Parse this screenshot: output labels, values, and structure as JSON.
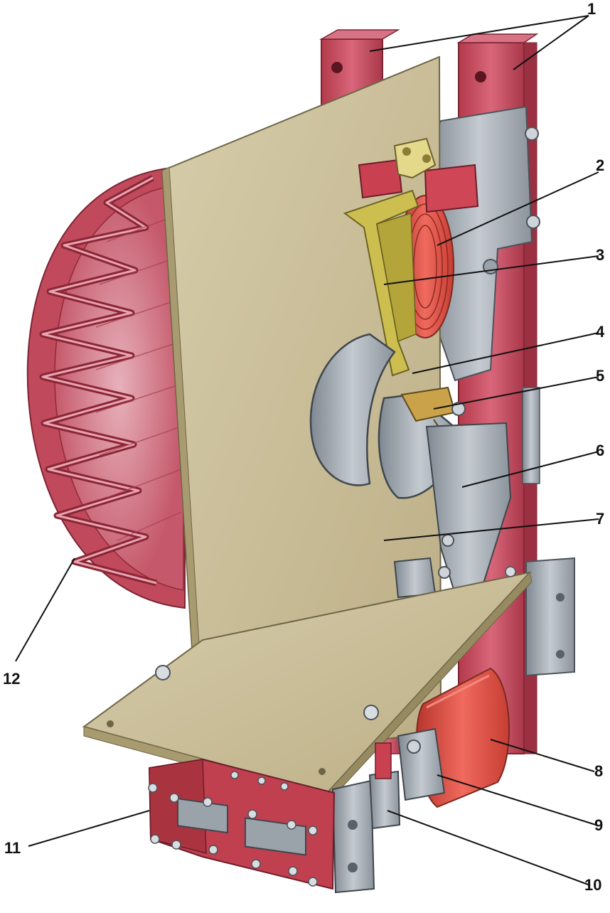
{
  "figure": {
    "callouts": [
      {
        "id": "1",
        "label": "1"
      },
      {
        "id": "2",
        "label": "2"
      },
      {
        "id": "3",
        "label": "3"
      },
      {
        "id": "4",
        "label": "4"
      },
      {
        "id": "5",
        "label": "5"
      },
      {
        "id": "6",
        "label": "6"
      },
      {
        "id": "7",
        "label": "7"
      },
      {
        "id": "8",
        "label": "8"
      },
      {
        "id": "9",
        "label": "9"
      },
      {
        "id": "10",
        "label": "10"
      },
      {
        "id": "11",
        "label": "11"
      },
      {
        "id": "12",
        "label": "12"
      }
    ]
  },
  "colors": {
    "red_frame": "#c9495a",
    "red_dark": "#8e2a38",
    "board": "#cfc4a0",
    "board_shade": "#b3a780",
    "steel": "#a9b0b8",
    "steel_dark": "#6f7780",
    "copper": "#c8623e",
    "yellow_arm": "#c9b94a",
    "orange_coil": "#e0433a"
  }
}
